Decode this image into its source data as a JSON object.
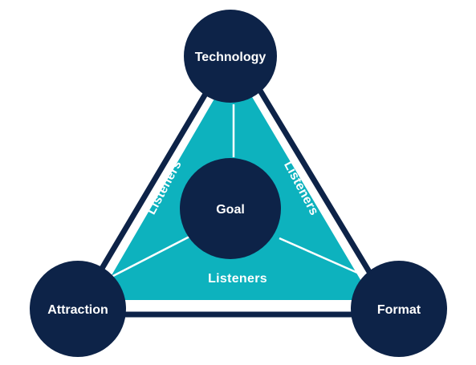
{
  "diagram": {
    "nodes": {
      "top": "Technology",
      "left": "Attraction",
      "right": "Format",
      "center": "Goal"
    },
    "edge_labels": {
      "left": "Listeners",
      "right": "Listeners",
      "bottom": "Listeners"
    },
    "colors": {
      "navy": "#0d2348",
      "teal": "#0db2be",
      "white": "#ffffff"
    }
  }
}
